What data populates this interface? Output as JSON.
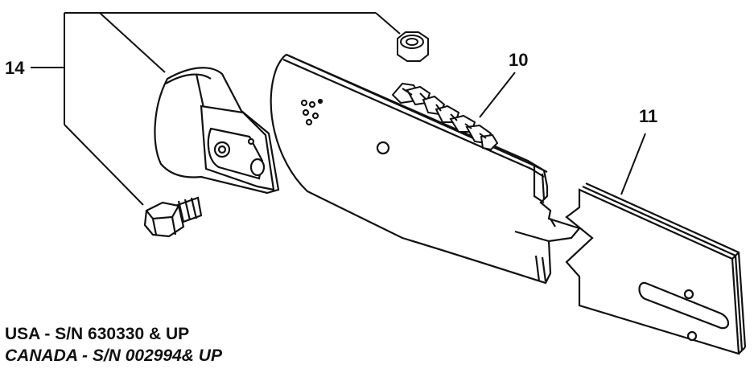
{
  "callouts": {
    "part_14": "14",
    "part_10": "10",
    "part_11": "11"
  },
  "serials": {
    "usa": "USA - S/N 630330 & UP",
    "canada": "CANADA - S/N 002994& UP"
  },
  "colors": {
    "ink": "#111111",
    "paper": "#ffffff"
  }
}
